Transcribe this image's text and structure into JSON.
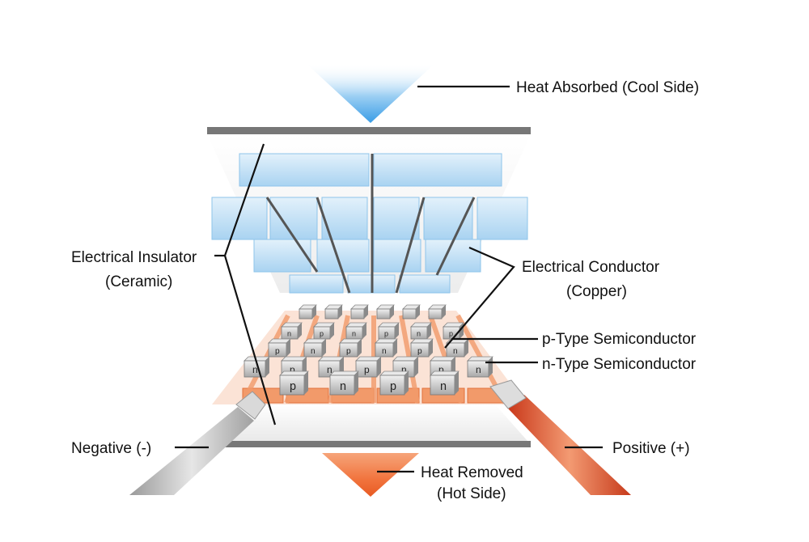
{
  "labels": {
    "heat_absorbed": "Heat Absorbed (Cool Side)",
    "electrical_insulator": "Electrical Insulator",
    "ceramic": "(Ceramic)",
    "electrical_conductor": "Electrical Conductor",
    "copper": "(Copper)",
    "p_type": "p-Type Semiconductor",
    "n_type": "n-Type Semiconductor",
    "negative": "Negative (-)",
    "positive": "Positive (+)",
    "heat_removed": "Heat Removed",
    "hot_side": "(Hot Side)"
  },
  "pellet_letters": {
    "p": "p",
    "n": "n"
  },
  "colors": {
    "cool_arrow": "#4aa8e8",
    "hot_arrow": "#f06a30",
    "copper": "#f29a6a",
    "copper_edge": "#e2713c",
    "ceramic_plate": "#f4f4f4",
    "plate_edge": "#666666",
    "glass_blue": "#cfe6f8",
    "wire_gray": "#bdbdbd",
    "wire_red": "#d8441e"
  }
}
